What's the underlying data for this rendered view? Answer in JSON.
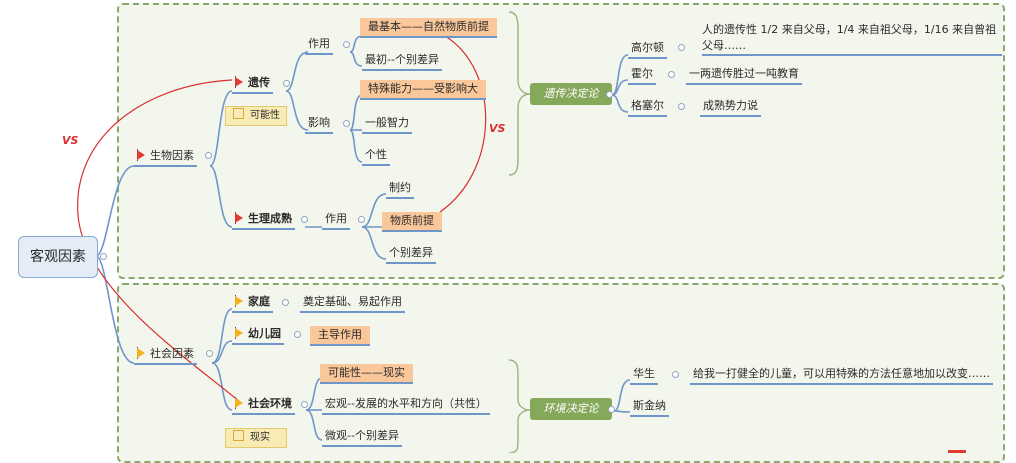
{
  "root": "客观因素",
  "biology": {
    "label": "生物因素",
    "heredity": {
      "label": "遗传",
      "note": "可能性",
      "effect": {
        "label": "作用",
        "items": [
          "最基本——自然物质前提",
          "最初--个别差异"
        ]
      },
      "influence": {
        "label": "影响",
        "items": [
          "特殊能力——受影响大",
          "一般智力",
          "个性"
        ]
      }
    },
    "maturation": {
      "label": "生理成熟",
      "effect": {
        "label": "作用",
        "items": [
          "制约",
          "物质前提",
          "个别差异"
        ]
      }
    }
  },
  "heredity_theory": {
    "label": "遗传决定论",
    "people": [
      {
        "name": "高尔顿",
        "desc": "人的遗传性 1/2 来自父母，1/4 来自祖父母，1/16 来自曾祖父母……"
      },
      {
        "name": "霍尔",
        "desc": "一两遗传胜过一吨教育"
      },
      {
        "name": "格塞尔",
        "desc": "成熟势力说"
      }
    ]
  },
  "society": {
    "label": "社会因素",
    "family": {
      "label": "家庭",
      "desc": "奠定基础、易起作用"
    },
    "kindergarten": {
      "label": "幼儿园",
      "desc": "主导作用"
    },
    "environment": {
      "label": "社会环境",
      "note": "现实",
      "items": [
        "可能性——现实",
        "宏观--发展的水平和方向（共性）",
        "微观--个别差异"
      ]
    }
  },
  "environment_theory": {
    "label": "环境决定论",
    "people": [
      {
        "name": "华生",
        "desc": "给我一打健全的儿童，可以用特殊的方法任意地加以改变……"
      },
      {
        "name": "斯金纳",
        "desc": ""
      }
    ]
  },
  "vs_labels": [
    "VS",
    "VS"
  ],
  "colors": {
    "panel_border": "#8aa86a",
    "panel_bg": "#f3f6ec",
    "highlight": "#f9c79a",
    "relation": "#d93030",
    "summary": "#86a85a"
  }
}
